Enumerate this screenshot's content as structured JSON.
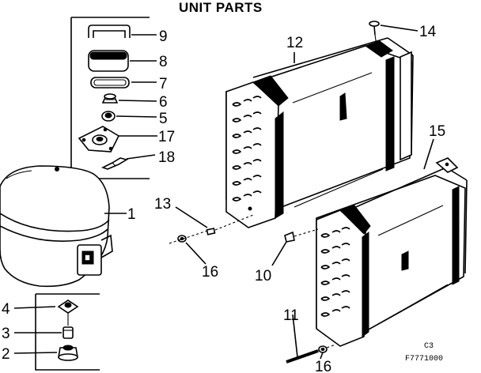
{
  "title": "UNIT PARTS",
  "callouts": {
    "c1": "1",
    "c2": "2",
    "c3": "3",
    "c4": "4",
    "c5": "5",
    "c6": "6",
    "c7": "7",
    "c8": "8",
    "c9": "9",
    "c10": "10",
    "c11": "11",
    "c12": "12",
    "c13": "13",
    "c14": "14",
    "c15": "15",
    "c16a": "16",
    "c16b": "16",
    "c17": "17",
    "c18": "18"
  },
  "footer": {
    "code_line1": "C3",
    "code_line2": "F7771000"
  }
}
